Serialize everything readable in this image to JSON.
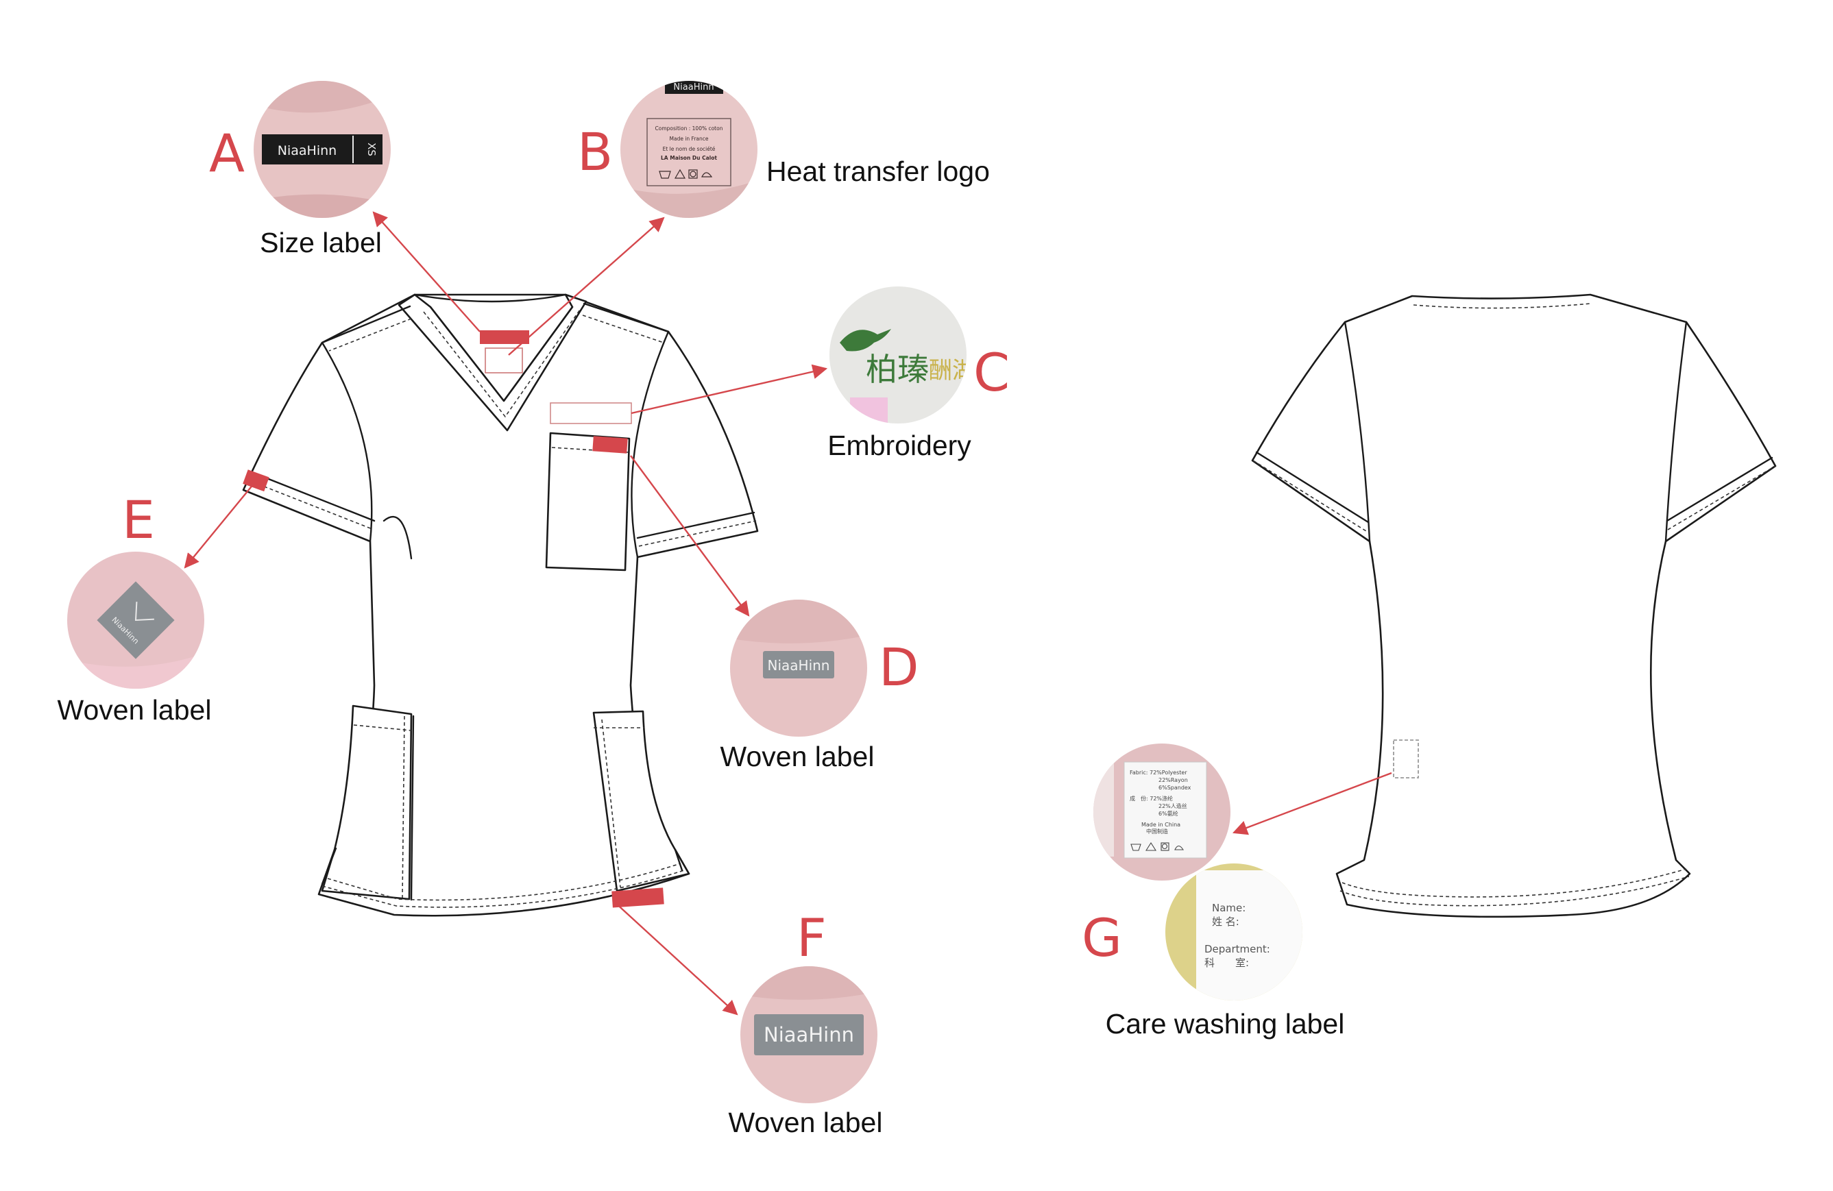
{
  "markers": {
    "a": "A",
    "b": "B",
    "c": "C",
    "d": "D",
    "e": "E",
    "f": "F",
    "g": "G"
  },
  "captions": {
    "a": "Size label",
    "b": "Heat transfer logo",
    "c": "Embroidery",
    "d": "Woven label",
    "e": "Woven label",
    "f": "Woven label",
    "g": "Care washing label"
  },
  "detail_text": {
    "brand": "NiaaHinn",
    "size": "XS",
    "print_header": "NiaaHinn",
    "print_line1": "Composition : 100% coton",
    "print_line2": "Made in France",
    "print_line3": "Et le nom de société",
    "print_line4": "LA Maison Du Calot",
    "embroidery_text": "柏瑧",
    "embroidery_script": "酬湖",
    "care_line1": "Fabric: 72%Polyester",
    "care_line2": "22%Rayon",
    "care_line3": "6%Spandex",
    "care_line4": "成　份: 72%涤纶",
    "care_line5": "22%人造丝",
    "care_line6": "6%氨纶",
    "care_line7": "Made in China",
    "care_line8": "中国制造",
    "name_en": "Name:",
    "name_cn": "姓 名:",
    "dept_en": "Department:",
    "dept_cn": "科　　室:"
  },
  "colors": {
    "accent": "#d5474c",
    "fabric_pink": "#e7c4c4",
    "woven_gray": "#8a8f93",
    "label_black": "#1b1b1b",
    "embroidery_green": "#3d7a3a",
    "embroidery_gold": "#c9b24a"
  }
}
